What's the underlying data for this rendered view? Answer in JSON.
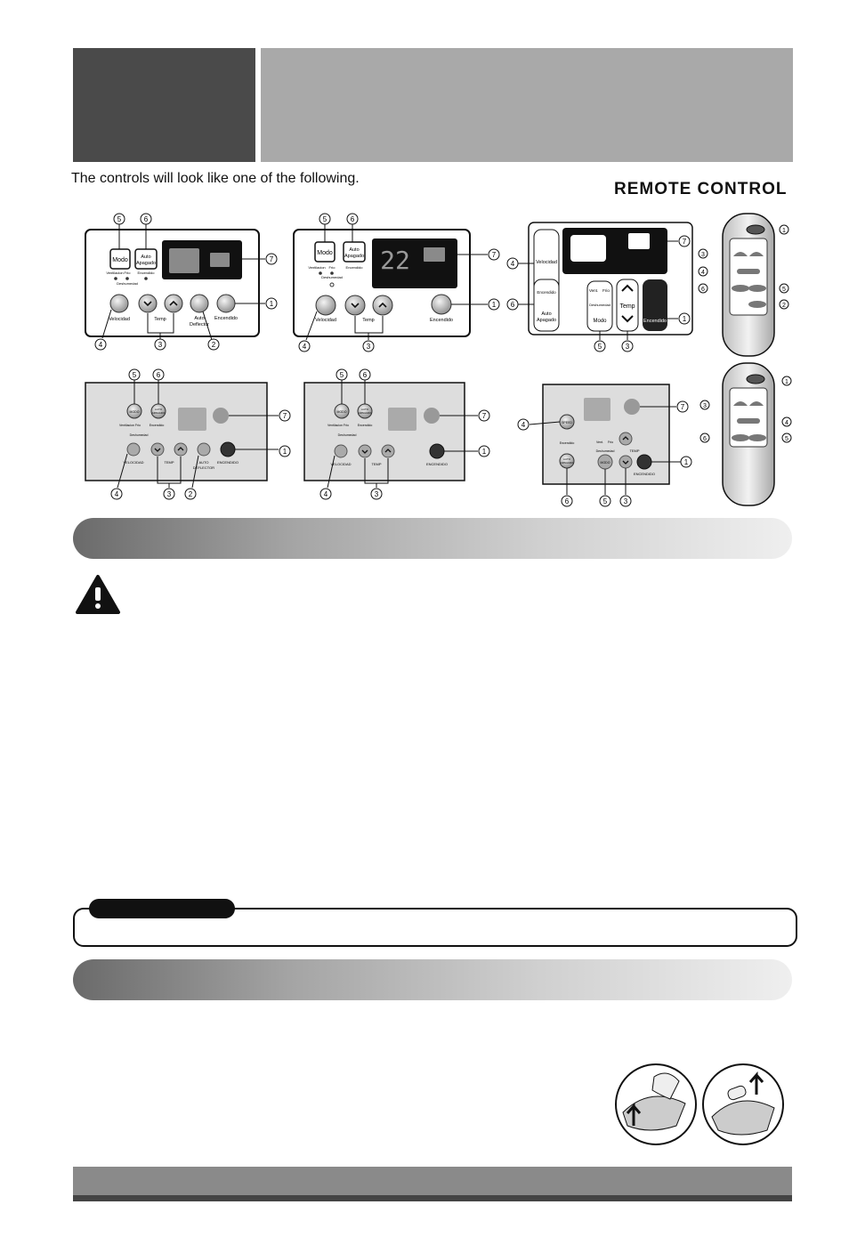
{
  "intro_text": "The controls will look like one of the following.",
  "remote_title": "REMOTE  CONTROL",
  "panels": {
    "p1": {
      "modo": "Modo",
      "auto1": "Auto",
      "auto2": "Apagado",
      "vent": "Ventilacion",
      "frio": "Frio",
      "encend_s": "Encendido",
      "deshum": "Deshumedad",
      "velocidad": "Velocidad",
      "temp": "Temp",
      "auto_d1": "Auto",
      "auto_d2": "Deflector",
      "encendido": "Encendido"
    },
    "p2": {
      "modo": "Modo",
      "auto1": "Auto",
      "auto2": "Apagado",
      "vent": "Ventilacion",
      "frio": "Frio",
      "encend_s": "Encendido",
      "deshum": "Deshumedad",
      "display": "22",
      "velocidad": "Velocidad",
      "temp": "Temp",
      "encendido": "Encendido"
    },
    "p3": {
      "velocidad": "Velocidad",
      "encend_s": "Encendido",
      "auto1": "Auto",
      "auto2": "Apagado",
      "vent": "Vent.",
      "frio": "Frio",
      "deshum": "Deshumedad",
      "modo": "Modo",
      "temp": "Temp",
      "encendido": "Encendido"
    },
    "p4": {
      "modo": "MODO",
      "auto1": "AUTO",
      "auto2": "APAGADO",
      "vent": "Ventilacion Frio",
      "encend_s": "Encendido",
      "deshum": "Deshumedad",
      "velocidad": "VELOCIDAD",
      "temp": "TEMP",
      "auto_d1": "AUTO",
      "auto_d2": "DEFLECTOR",
      "encendido": "ENCENDIDO"
    },
    "p5": {
      "modo": "MODO",
      "auto1": "AUTO",
      "auto2": "APAGADO",
      "vent": "Ventilacion Frio",
      "encend_s": "Encendido",
      "deshum": "Deshumedad",
      "velocidad": "VELOCIDAD",
      "temp": "TEMP",
      "encendido": "ENCENDIDO"
    },
    "p6": {
      "speed": "SPEED",
      "encend_s": "Encendido",
      "auto1": "AUTO",
      "auto2": "APAGADO",
      "vent": "Vent.",
      "frio": "Frio",
      "deshum": "Deshumedad",
      "modo": "MODO",
      "temp": "TEMP",
      "encendido": "ENCENDIDO"
    }
  },
  "callouts": {
    "n1": "1",
    "n2": "2",
    "n3": "3",
    "n4": "4",
    "n5": "5",
    "n6": "6",
    "n7": "7"
  },
  "colors": {
    "header_dark": "#4a4a4a",
    "header_light": "#a9a9a9",
    "footer": "#8a8a8a"
  }
}
